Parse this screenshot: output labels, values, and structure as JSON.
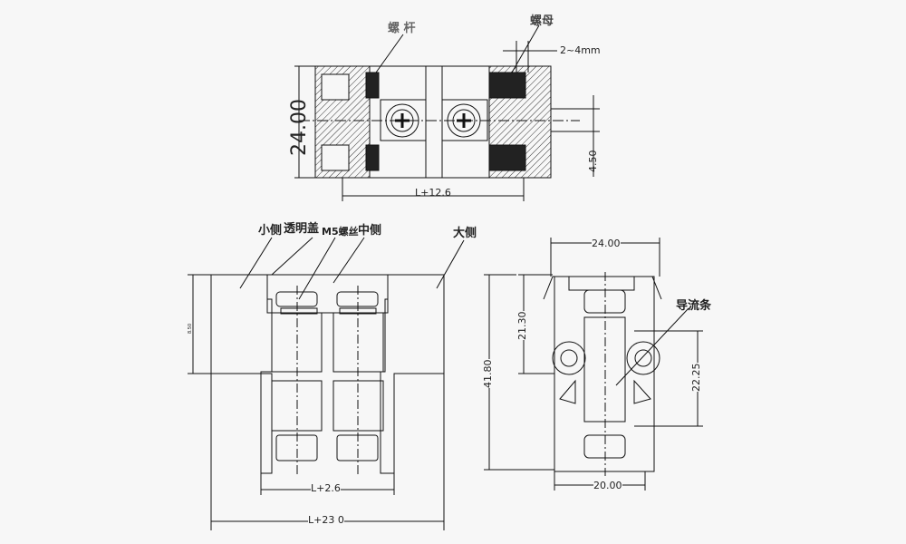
{
  "top_view": {
    "label_screw_rod": "螺 杆",
    "label_nut": "螺母",
    "dim_gap": "2~4mm",
    "dim_height": "24.00",
    "dim_length": "L+12.6",
    "dim_offset": "4.50"
  },
  "front_view": {
    "label_small_side": "小侧",
    "label_clear_cover": "透明盖",
    "label_m5_screw": "M5螺丝",
    "label_middle_side": "中侧",
    "label_large_side": "大侧",
    "dim_height": "8.50",
    "dim_inner": "L+2.6",
    "dim_total": "L+23 0"
  },
  "side_view": {
    "label_guide_bar": "导流条",
    "dim_top_width": "24.00",
    "dim_upper_height": "21.30",
    "dim_total_height": "41.80",
    "dim_mid_height": "22.25",
    "dim_bottom_width": "20.00"
  }
}
